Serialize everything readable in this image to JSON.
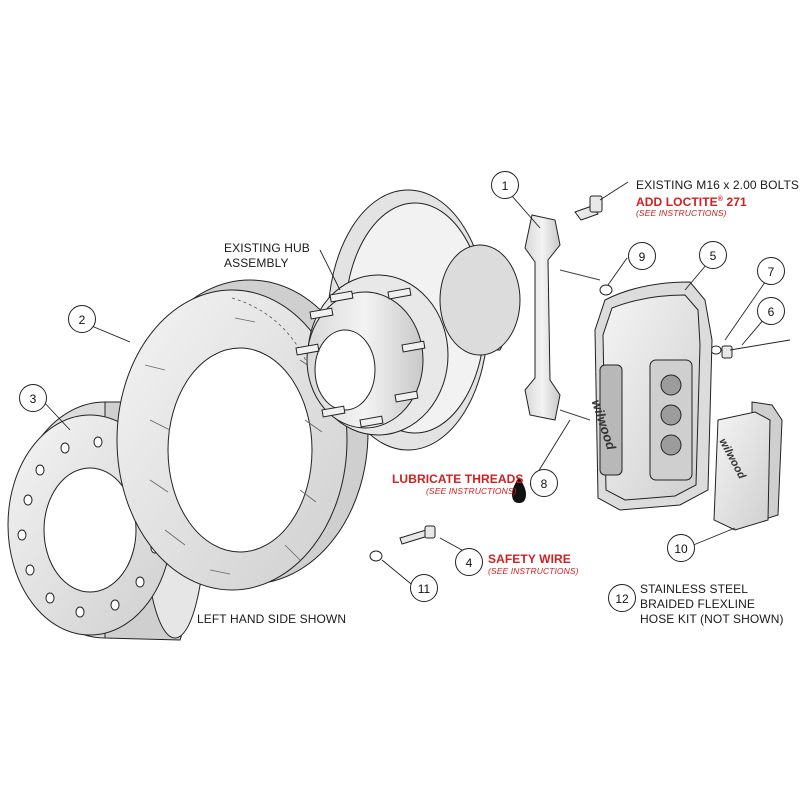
{
  "labels": {
    "existing_bolts": "EXISTING M16 x 2.00 BOLTS",
    "add_loctite": "ADD LOCTITE",
    "loctite_reg": "®",
    "loctite_num": "271",
    "see_instructions": "(SEE INSTRUCTIONS)",
    "existing_hub_1": "EXISTING HUB",
    "existing_hub_2": "ASSEMBLY",
    "lubricate_threads": "LUBRICATE THREADS",
    "safety_wire": "SAFETY WIRE",
    "left_hand": "LEFT HAND SIDE SHOWN",
    "hose_1": "STAINLESS STEEL",
    "hose_2": "BRAIDED FLEXLINE",
    "hose_3": "HOSE KIT (NOT SHOWN)",
    "caliper_brand": "wilwood",
    "pad_brand": "wilwood"
  },
  "callouts": [
    "1",
    "2",
    "3",
    "4",
    "5",
    "6",
    "7",
    "8",
    "9",
    "10",
    "11",
    "12"
  ],
  "colors": {
    "ink": "#1a1a1a",
    "accent_red": "#d0201f",
    "part_fill": "#e9e9e9",
    "part_shade": "#cfcfcf"
  }
}
